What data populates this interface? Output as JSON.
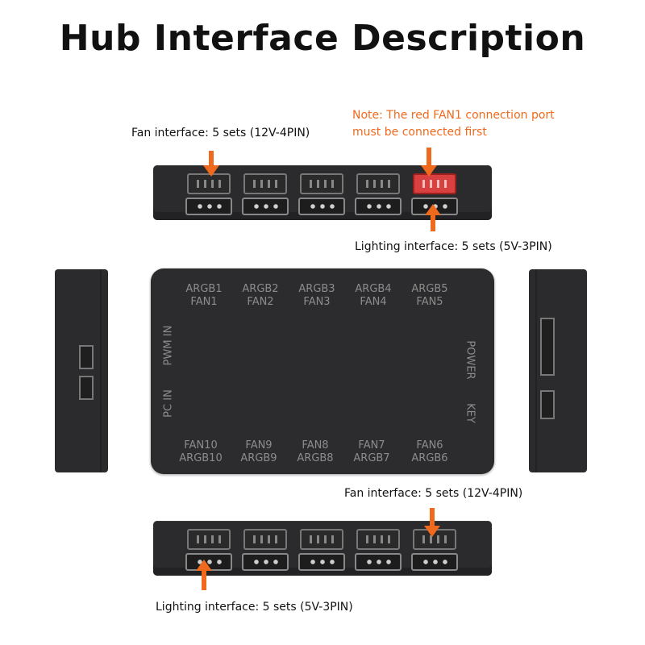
{
  "title": "Hub Interface Description",
  "labels": {
    "fan_top": "Fan interface: 5 sets (12V-4PIN)",
    "note_line1": "Note: The red FAN1 connection port",
    "note_line2": "must be connected first",
    "lighting_top": "Lighting interface: 5 sets (5V-3PIN)",
    "fan_bottom": "Fan interface: 5 sets (12V-4PIN)",
    "lighting_bottom": "Lighting interface: 5 sets (5V-3PIN)"
  },
  "hub": {
    "top_ports": [
      {
        "line1": "ARGB1",
        "line2": "FAN1"
      },
      {
        "line1": "ARGB2",
        "line2": "FAN2"
      },
      {
        "line1": "ARGB3",
        "line2": "FAN3"
      },
      {
        "line1": "ARGB4",
        "line2": "FAN4"
      },
      {
        "line1": "ARGB5",
        "line2": "FAN5"
      }
    ],
    "bottom_ports": [
      {
        "line1": "FAN10",
        "line2": "ARGB10"
      },
      {
        "line1": "FAN9",
        "line2": "ARGB9"
      },
      {
        "line1": "FAN8",
        "line2": "ARGB8"
      },
      {
        "line1": "FAN7",
        "line2": "ARGB7"
      },
      {
        "line1": "FAN6",
        "line2": "ARGB6"
      }
    ],
    "left_side": {
      "pwm": "PWM IN",
      "pc": "PC IN"
    },
    "right_side": {
      "power": "POWER",
      "key": "KEY"
    }
  },
  "colors": {
    "accent": "#f06a1e",
    "body": "#2c2c2e",
    "red_port": "#d94040",
    "print": "#8c8c8c"
  }
}
